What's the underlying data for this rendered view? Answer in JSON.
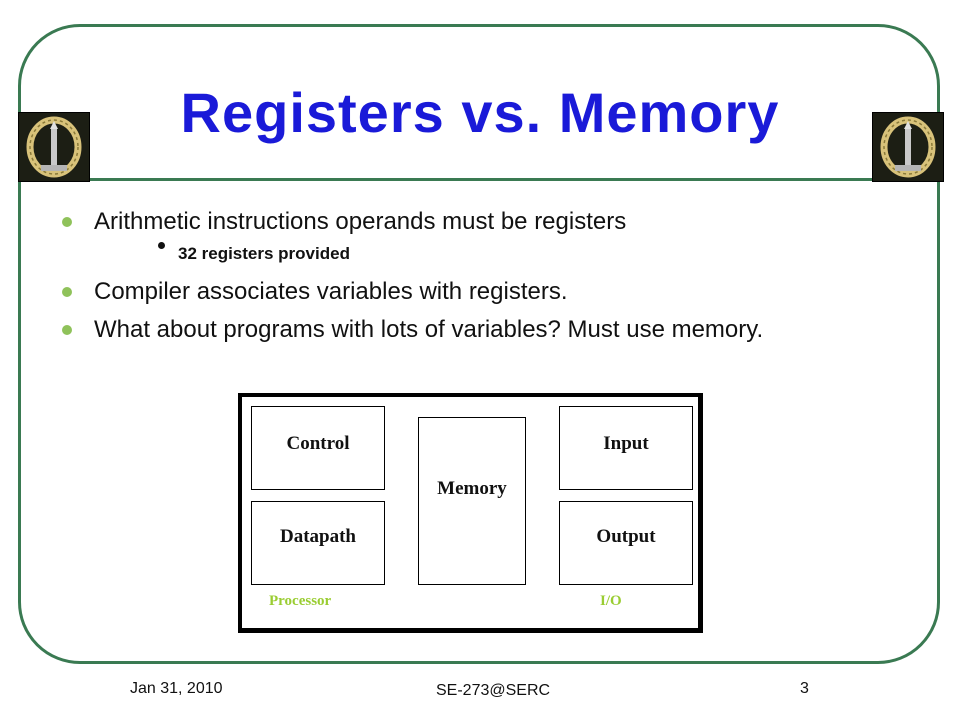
{
  "slide": {
    "title": "Registers vs. Memory",
    "bullets": [
      "Arithmetic instructions operands must be registers",
      "Compiler associates variables with registers.",
      "What about programs with lots of variables? Must use memory."
    ],
    "sub_bullet": "32 registers provided"
  },
  "diagram": {
    "control": "Control",
    "datapath": "Datapath",
    "memory": "Memory",
    "input": "Input",
    "output": "Output",
    "processor_label": "Processor",
    "io_label": "I/O"
  },
  "footer": {
    "date": "Jan 31, 2010",
    "center": "SE-273@SERC",
    "page": "3"
  },
  "colors": {
    "title": "#1a1ad8",
    "frame": "#3a7a52",
    "bullet": "#8fc25a",
    "group_label": "#9acd32"
  },
  "icons": {
    "logo": "institute-emblem-icon"
  }
}
